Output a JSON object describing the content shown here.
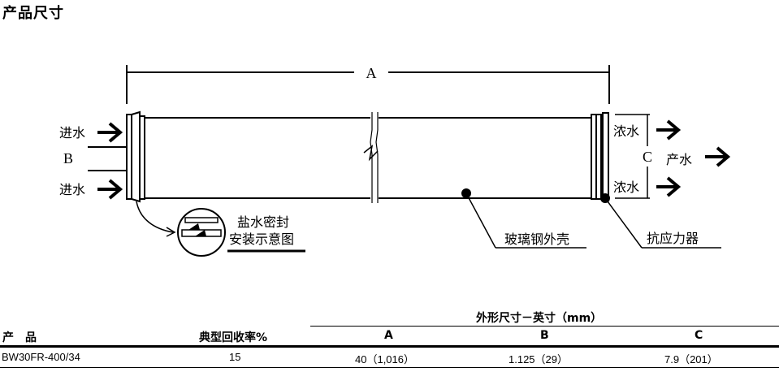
{
  "page_title": "产品尺寸",
  "diagram": {
    "dim_a": "A",
    "dim_b": "B",
    "dim_c": "C",
    "feed_in_top": "进水",
    "feed_in_bottom": "进水",
    "concentrate_top": "浓水",
    "concentrate_bottom": "浓水",
    "permeate": "产水",
    "seal_line1": "盐水密封",
    "seal_line2": "安装示意图",
    "fiberglass_shell": "玻璃钢外壳",
    "anti_telescoping_device": "抗应力器"
  },
  "table": {
    "group_header": "外形尺寸－英寸（mm）",
    "col_product": "产　品",
    "col_recovery": "典型回收率%",
    "col_a": "A",
    "col_b": "B",
    "col_c": "C",
    "rows": [
      {
        "product": "BW30FR-400/34",
        "recovery": "15",
        "a": "40（1,016）",
        "b": "1.125（29）",
        "c": "7.9（201）"
      }
    ]
  }
}
